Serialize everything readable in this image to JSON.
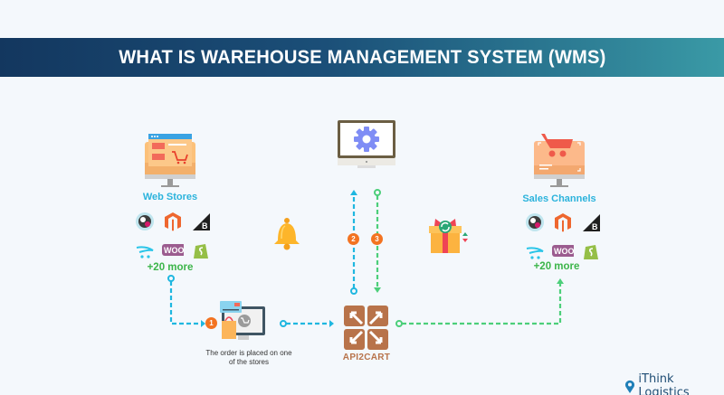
{
  "banner": {
    "title": "WHAT IS WAREHOUSE MANAGEMENT SYSTEM (WMS)"
  },
  "web_stores": {
    "label": "Web Stores",
    "more": "+20 more",
    "platforms": [
      "PrestaShop",
      "Magento",
      "BigCommerce",
      "OpenCart",
      "WooCommerce",
      "Shopify"
    ]
  },
  "sales_channels": {
    "label": "Sales Channels",
    "more": "+20 more",
    "platforms": [
      "PrestaShop",
      "Magento",
      "BigCommerce",
      "OpenCart",
      "WooCommerce",
      "Shopify"
    ]
  },
  "wms_icon": "gear-monitor-icon",
  "notification_icon": "bell-icon",
  "gift_icon": "gift-sync-icon",
  "steps": [
    {
      "number": "1",
      "caption_line1": "The order is placed on one",
      "caption_line2": "of the stores"
    },
    {
      "number": "2"
    },
    {
      "number": "3"
    }
  ],
  "api": {
    "label": "API2CART"
  },
  "footer": {
    "brand": "iThink Logistics"
  },
  "colors": {
    "banner_start": "#13375f",
    "banner_end": "#3a9aa6",
    "blue_line": "#1fb7e0",
    "green_line": "#4ccf7a",
    "step_badge": "#f37321",
    "api_brown": "#b8734a",
    "plus_more": "#3cb54a",
    "label_blue": "#2bb3dc"
  }
}
